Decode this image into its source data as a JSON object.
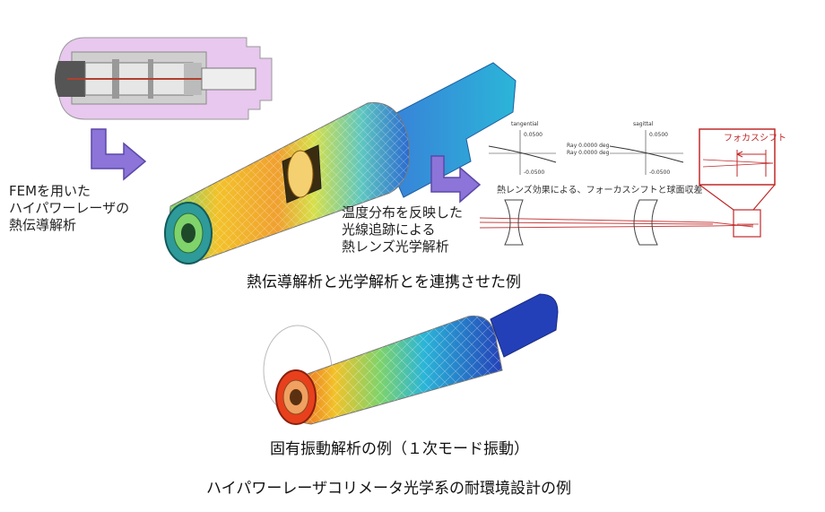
{
  "labels": {
    "fem_line1": "FEMを用いた",
    "fem_line2": "ハイパワーレーザの",
    "fem_line3": "熱伝導解析",
    "ray_line1": "温度分布を反映した",
    "ray_line2": "光線追跡による",
    "ray_line3": "熱レンズ光学解析",
    "plot_caption": "熱レンズ効果による、フォーカスシフトと球面収差",
    "plot_left_title": "tangential",
    "plot_right_title": "sagittal",
    "focus_shift": "フォカスシフト",
    "plot_left_top": "0.0500",
    "plot_left_bottom": "-0.0500",
    "plot_right_top": "0.0500",
    "plot_right_bottom": "-0.0500",
    "plot_mid_line1": "Ray  0.0000  deg",
    "plot_mid_line2": "Ray  0.0000  deg"
  },
  "captions": {
    "coupled": "熱伝導解析と光学解析とを連携させた例",
    "vibration": "固有振動解析の例（１次モード振動）",
    "title": "ハイパワーレーザコリメータ光学系の耐環境設計の例"
  },
  "colors": {
    "hot": "#e8401c",
    "warm": "#f2c22a",
    "mid": "#7fd36a",
    "cool": "#2bb5d8",
    "cold": "#2340b8",
    "arrow": "#8c74d8",
    "housing": "#e8c8ee",
    "shift_red": "#c0282a"
  }
}
